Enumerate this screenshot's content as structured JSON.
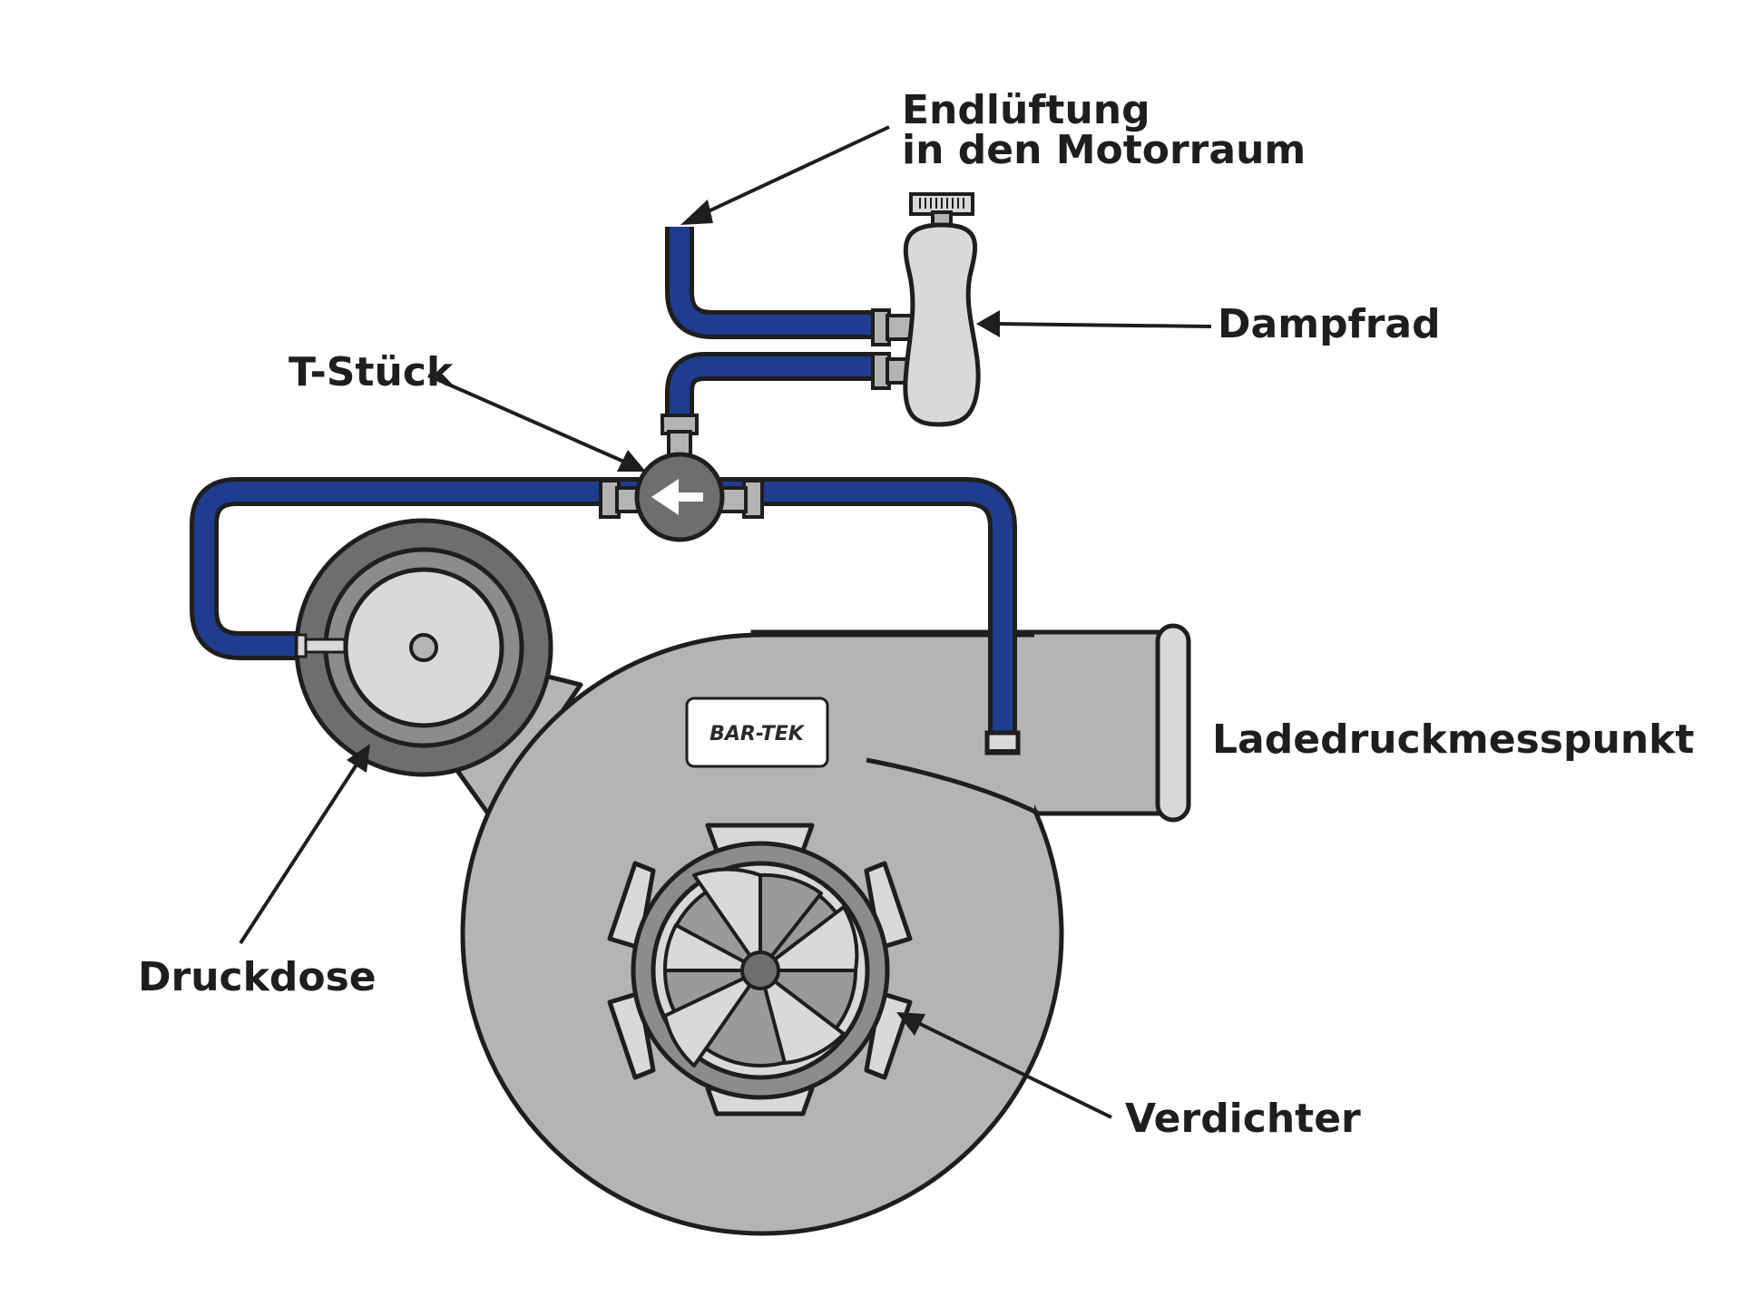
{
  "labels": {
    "endlueftung_line1": "Endlüftung",
    "endlueftung_line2": "in den Motorraum",
    "dampfrad": "Dampfrad",
    "t_stueck": "T-Stück",
    "ladedruckmesspunkt": "Ladedruckmesspunkt",
    "druckdose": "Druckdose",
    "verdichter": "Verdichter"
  },
  "logo": {
    "text": "BAR-TEK"
  },
  "colors": {
    "hose": "#1f3c8f",
    "outline": "#1e1e1e",
    "housing": "#b4b4b4",
    "light_gray": "#d9d9d9",
    "dark_gray": "#6e6e6e",
    "mid_gray": "#8c8c8c"
  }
}
